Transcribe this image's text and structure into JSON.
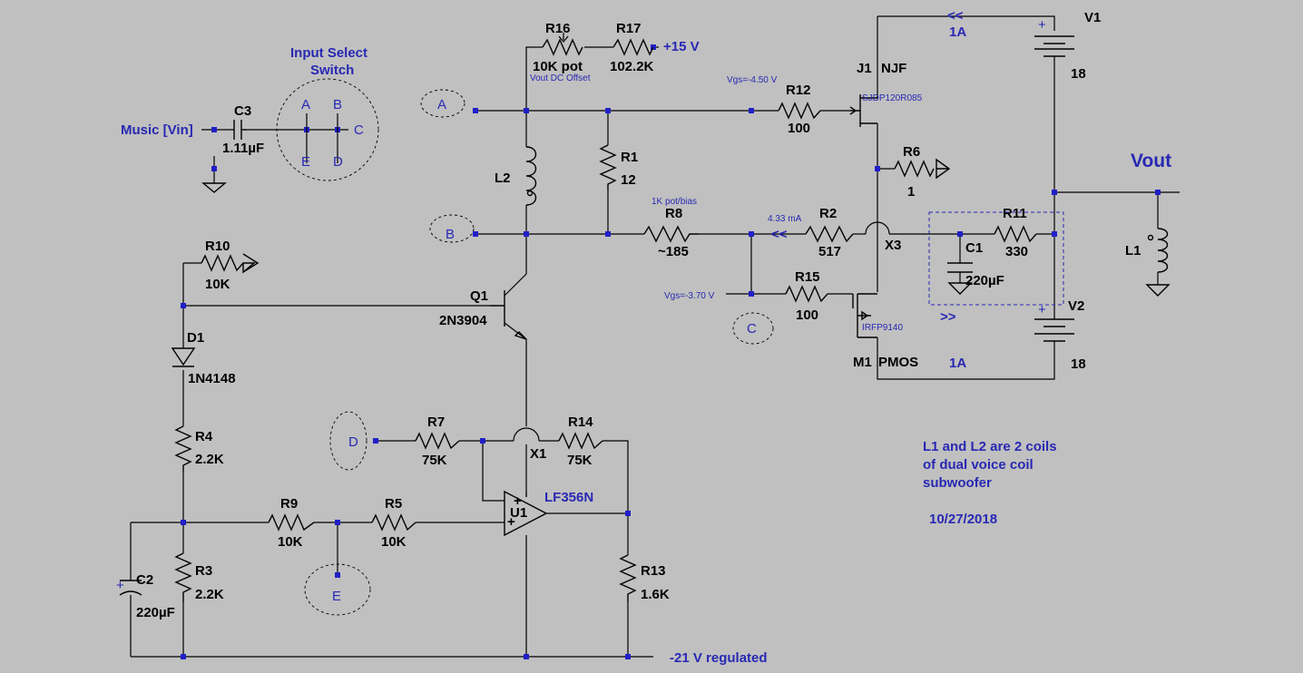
{
  "components": {
    "R16": {
      "ref": "R16",
      "value": "10K pot"
    },
    "R17": {
      "ref": "R17",
      "value": "102.2K"
    },
    "J1": {
      "ref": "J1",
      "type": "NJF",
      "part": "SJDP120R085"
    },
    "V1": {
      "ref": "V1",
      "value": "18",
      "current": "1A"
    },
    "R12": {
      "ref": "R12",
      "value": "100"
    },
    "R1": {
      "ref": "R1",
      "value": "12"
    },
    "L2": {
      "ref": "L2"
    },
    "R6": {
      "ref": "R6",
      "value": "1"
    },
    "R8": {
      "ref": "R8",
      "value": "~185",
      "note": "1K pot/bias"
    },
    "R2": {
      "ref": "R2",
      "value": "517",
      "current": "4.33 mA"
    },
    "X3": {
      "ref": "X3"
    },
    "C1": {
      "ref": "C1",
      "value": "220µF"
    },
    "R11": {
      "ref": "R11",
      "value": "330"
    },
    "L1": {
      "ref": "L1"
    },
    "V2": {
      "ref": "V2",
      "value": "18",
      "current": "1A"
    },
    "R15": {
      "ref": "R15",
      "value": "100"
    },
    "M1": {
      "ref": "M1",
      "type": "PMOS",
      "part": "IRFP9140"
    },
    "R10": {
      "ref": "R10",
      "value": "10K"
    },
    "Q1": {
      "ref": "Q1",
      "part": "2N3904"
    },
    "D1": {
      "ref": "D1",
      "part": "1N4148"
    },
    "R4": {
      "ref": "R4",
      "value": "2.2K"
    },
    "R7": {
      "ref": "R7",
      "value": "75K"
    },
    "X1": {
      "ref": "X1"
    },
    "R14": {
      "ref": "R14",
      "value": "75K"
    },
    "U1": {
      "ref": "U1",
      "part": "LF356N"
    },
    "R9": {
      "ref": "R9",
      "value": "10K"
    },
    "R5": {
      "ref": "R5",
      "value": "10K"
    },
    "R13": {
      "ref": "R13",
      "value": "1.6K"
    },
    "R3": {
      "ref": "R3",
      "value": "2.2K"
    },
    "C2": {
      "ref": "C2",
      "value": "220µF"
    },
    "C3": {
      "ref": "C3",
      "value": "1.11µF"
    }
  },
  "nets": {
    "plus15": "+15 V",
    "vout_dc_offset": "Vout DC Offset",
    "vgs_j1": "Vgs=-4.50 V",
    "vgs_m1": "Vgs=-3.70 V",
    "vout": "Vout",
    "music": "Music [Vin]",
    "neg21": "-21 V regulated",
    "arrows": ">>"
  },
  "input_select": {
    "title1": "Input Select",
    "title2": "Switch",
    "A": "A",
    "B": "B",
    "C": "C",
    "D": "D",
    "E": "E"
  },
  "markers": {
    "A": "A",
    "B": "B",
    "C": "C",
    "D": "D",
    "E": "E"
  },
  "notes": {
    "line1": "L1 and L2 are 2 coils",
    "line2": "of dual voice coil",
    "line3": "subwoofer",
    "date": "10/27/2018"
  }
}
